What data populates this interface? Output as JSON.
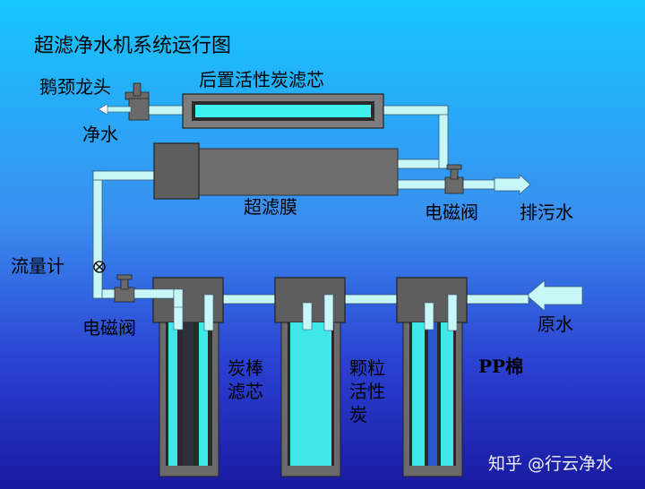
{
  "title": "超滤净水机系统运行图",
  "labels": {
    "faucet": "鹅颈龙头",
    "clean_water": "净水",
    "post_carbon": "后置活性炭滤芯",
    "uf_membrane": "超滤膜",
    "valve_top": "电磁阀",
    "drain": "排污水",
    "flow_meter": "流量计",
    "valve_bottom": "电磁阀",
    "raw_water": "原水",
    "carbon_rod_1": "炭棒",
    "carbon_rod_2": "滤芯",
    "granular_1": "颗粒",
    "granular_2": "活性",
    "granular_3": "炭",
    "pp": "PP棉"
  },
  "watermark": "知乎 @行云净水",
  "colors": {
    "bg_top": "#14c4ff",
    "bg_bottom": "#1a1aa8",
    "pipe": "#bff6f6",
    "water": "#33e6e6",
    "housing": "#707070",
    "dark": "#222222"
  }
}
